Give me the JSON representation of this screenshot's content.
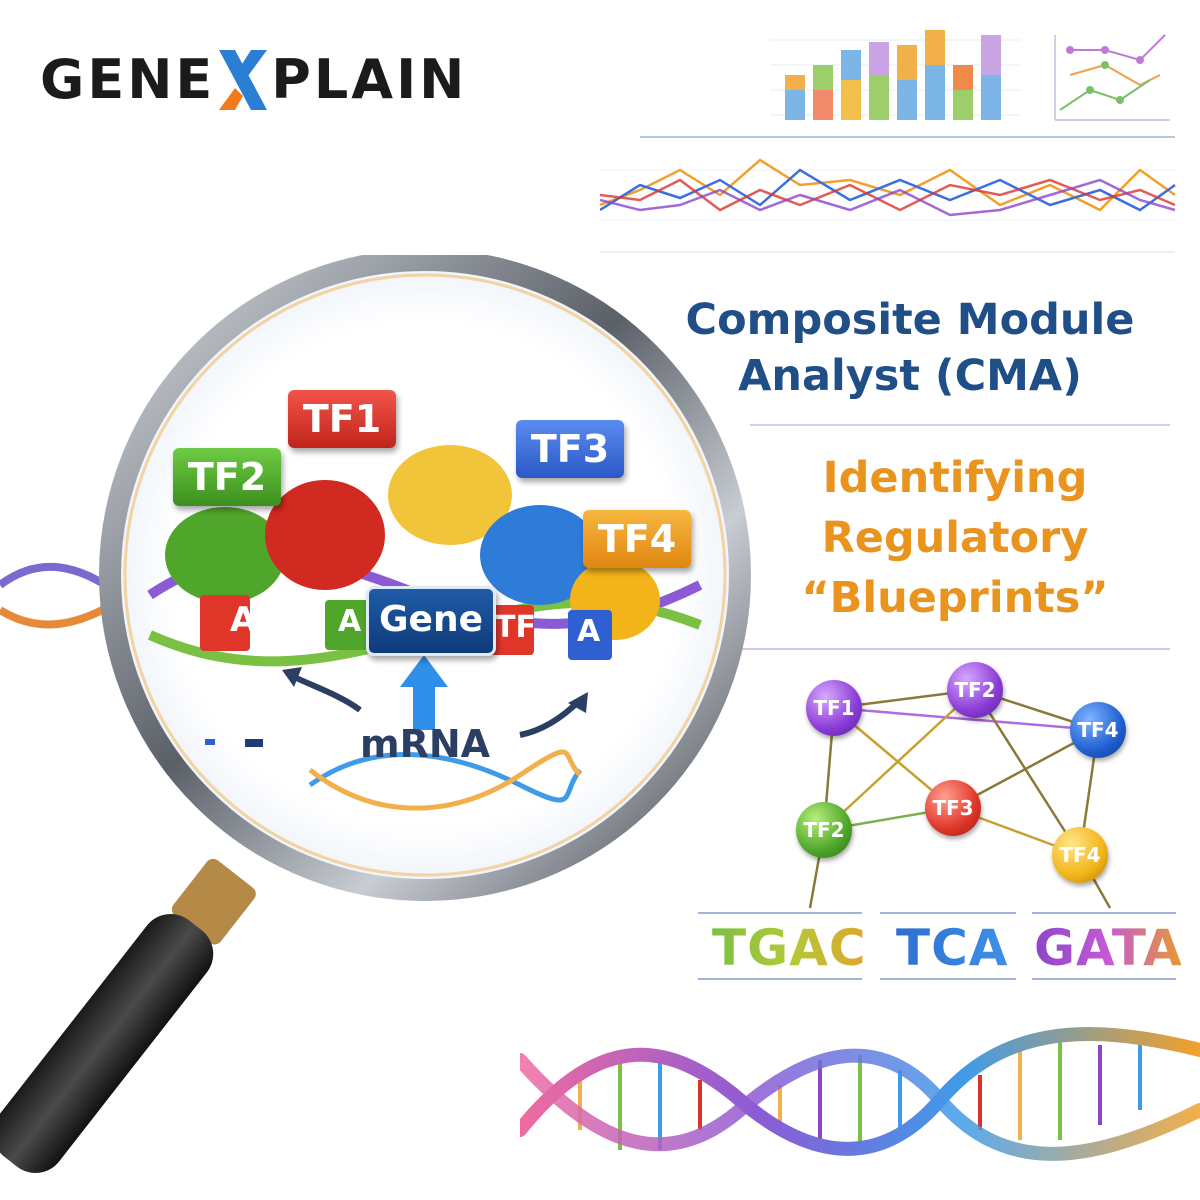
{
  "logo": {
    "left_word": "GENE",
    "right_word": "PLAIN"
  },
  "heading": {
    "title_line1": "Composite Module",
    "title_line2": "Analyst (CMA)",
    "subtitle_line1": "Identifying",
    "subtitle_line2": "Regulatory",
    "subtitle_line3": "“Blueprints”"
  },
  "magnifier": {
    "tf_labels": [
      "TF1",
      "TF2",
      "TF3",
      "TF4"
    ],
    "gene_label": "Gene",
    "mrna_label": "mRNA",
    "base_letters": [
      "A",
      "A",
      "TF",
      "A"
    ]
  },
  "network": {
    "nodes": [
      "TF1",
      "TF2",
      "TF4",
      "TF2",
      "TF3",
      "TF4"
    ]
  },
  "motifs": [
    "TGAC",
    "TCA",
    "GATA"
  ],
  "colors": {
    "brand_blue": "#1f4f86",
    "accent_orange": "#e8941f",
    "tf1": "#d9342b",
    "tf2": "#4fae2e",
    "tf3": "#3b6fe0",
    "tf4": "#f0a21c"
  }
}
